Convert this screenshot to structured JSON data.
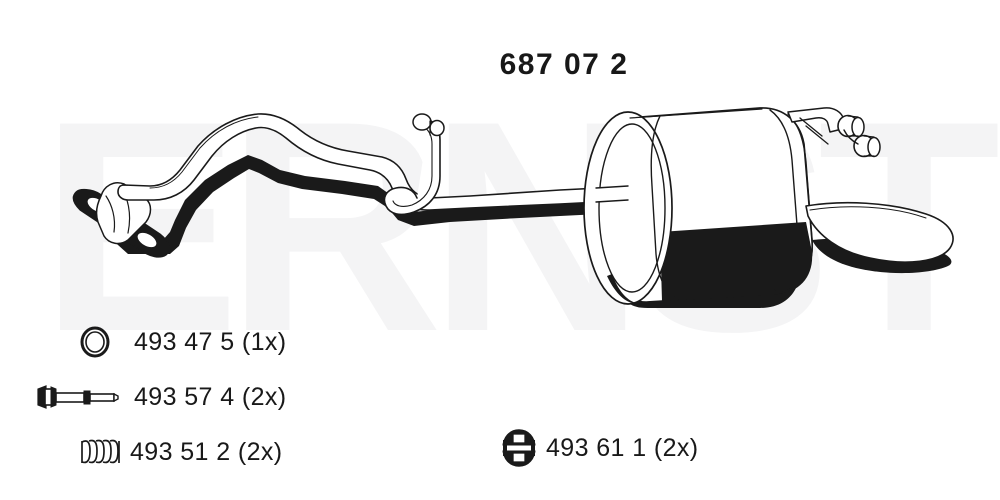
{
  "document": {
    "title_number": "687 07 2",
    "watermark_text": "ERNST",
    "background_color": "#ffffff",
    "line_color": "#1a1a1a",
    "watermark_color": "#f4f4f5"
  },
  "diagram": {
    "name": "exhaust-system-assembly",
    "components": [
      {
        "name": "front-flange",
        "label": "flange"
      },
      {
        "name": "front-pipe",
        "label": "front pipe"
      },
      {
        "name": "hanger-rod",
        "label": "hanger rod"
      },
      {
        "name": "rear-silencer",
        "label": "rear silencer"
      },
      {
        "name": "tailpipe",
        "label": "tailpipe"
      },
      {
        "name": "hanger-pins",
        "label": "hanger pins"
      }
    ]
  },
  "parts_list": {
    "left_column": [
      {
        "icon": "gasket-ring-icon",
        "number": "493 47 5",
        "qty": "(1x)",
        "text": "493 47 5 (1x)"
      },
      {
        "icon": "bolt-icon",
        "number": "493 57 4",
        "qty": "(2x)",
        "text": "493 57 4 (2x)"
      },
      {
        "icon": "spring-icon",
        "number": "493 51 2",
        "qty": "(2x)",
        "text": "493 51 2 (2x)"
      }
    ],
    "right_column": [
      {
        "icon": "rubber-mount-icon",
        "number": "493 61 1",
        "qty": "(2x)",
        "text": "493 61 1 (2x)"
      }
    ]
  }
}
